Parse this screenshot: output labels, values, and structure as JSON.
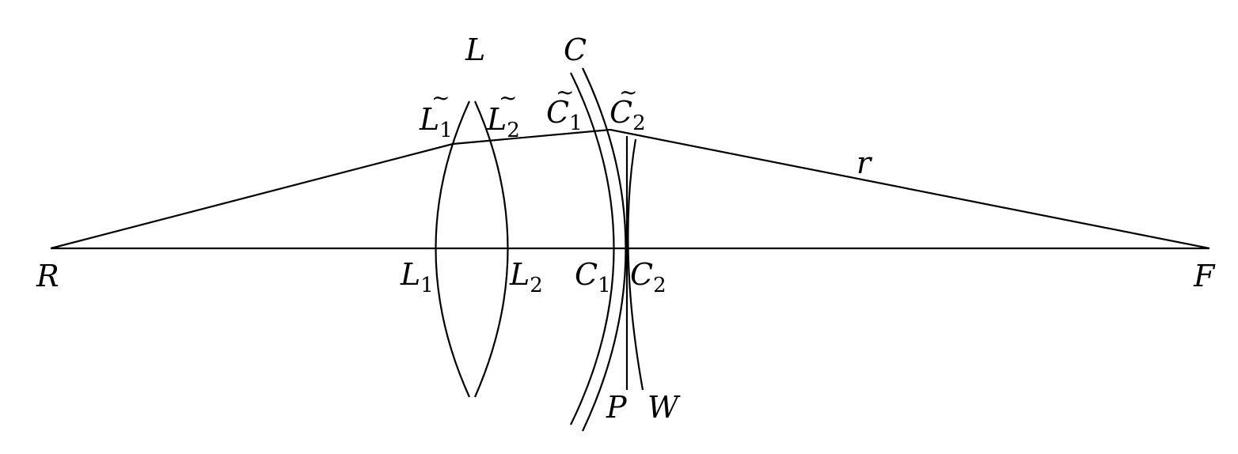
{
  "labels": {
    "R": "R",
    "F": "F",
    "L": "L",
    "C": "C",
    "r": "r",
    "P": "P",
    "W": "W",
    "L1": {
      "base": "L",
      "sub": "1"
    },
    "L2": {
      "base": "L",
      "sub": "2"
    },
    "C1": {
      "base": "C",
      "sub": "1"
    },
    "C2": {
      "base": "C",
      "sub": "2"
    },
    "Lt1": {
      "base": "L",
      "sub": "1",
      "accent": "~"
    },
    "Lt2": {
      "base": "L",
      "sub": "2",
      "accent": "~"
    },
    "Ct1": {
      "base": "C",
      "sub": "1",
      "accent": "~"
    },
    "Ct2": {
      "base": "C",
      "sub": "2",
      "accent": "~"
    }
  },
  "colors": {
    "ink": "#000000",
    "background": "#ffffff"
  }
}
